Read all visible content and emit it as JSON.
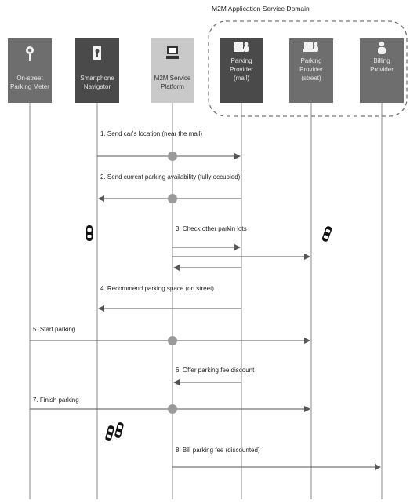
{
  "domain_box": {
    "title": "M2M Application Service Domain"
  },
  "colors": {
    "actor_dark": "#4a4a4a",
    "actor_mid": "#6e6e6e",
    "actor_light": "#c9c9c9",
    "actor_text_dark": "#e6e6e6",
    "actor_text_light": "#333333",
    "lifeline": "#8a8a8a",
    "arrow": "#555555",
    "node": "#9a9a9a",
    "text": "#222222"
  },
  "actors": [
    {
      "id": "meter",
      "label_lines": [
        "On-street",
        "Parking Meter"
      ],
      "icon": "parking-meter-icon",
      "style": "mid"
    },
    {
      "id": "nav",
      "label_lines": [
        "Smartphone",
        "Navigator"
      ],
      "icon": "smartphone-icon",
      "style": "dark"
    },
    {
      "id": "platform",
      "label_lines": [
        "M2M Service",
        "Platform"
      ],
      "icon": "computer-icon",
      "style": "light"
    },
    {
      "id": "mall",
      "label_lines": [
        "Parking",
        "Provider",
        "(mall)"
      ],
      "icon": "computer-user-icon",
      "style": "dark"
    },
    {
      "id": "street",
      "label_lines": [
        "Parking",
        "Provider",
        "(street)"
      ],
      "icon": "computer-user-icon",
      "style": "mid"
    },
    {
      "id": "billing",
      "label_lines": [
        "Billing",
        "Provider"
      ],
      "icon": "person-icon",
      "style": "mid"
    }
  ],
  "messages": [
    {
      "label": "1. Send car's location (near the mall)",
      "from": "nav",
      "to": "mall",
      "node": "platform"
    },
    {
      "label": "2. Send current parking availability (fully occupied)",
      "from": "mall",
      "to": "nav",
      "node": "platform"
    },
    {
      "label": "3. Check other parkin lots",
      "from": "platform",
      "to": "mall",
      "node": null
    },
    {
      "label": "",
      "from": "platform",
      "to": "street",
      "node": null
    },
    {
      "label": "",
      "from": "mall",
      "to": "platform",
      "node": null
    },
    {
      "label": "4. Recommend parking space (on street)",
      "from": "mall",
      "to": "nav",
      "node": null
    },
    {
      "label": "5. Start parking",
      "from": "meter",
      "to": "street",
      "node": "platform"
    },
    {
      "label": "6. Offer parking fee discount",
      "from": "mall",
      "to": "platform",
      "node": null
    },
    {
      "label": "7. Finish parking",
      "from": "meter",
      "to": "street",
      "node": "platform"
    },
    {
      "label": "8. Bill parking fee (discounted)",
      "from": "platform",
      "to": "billing",
      "node": null
    }
  ]
}
